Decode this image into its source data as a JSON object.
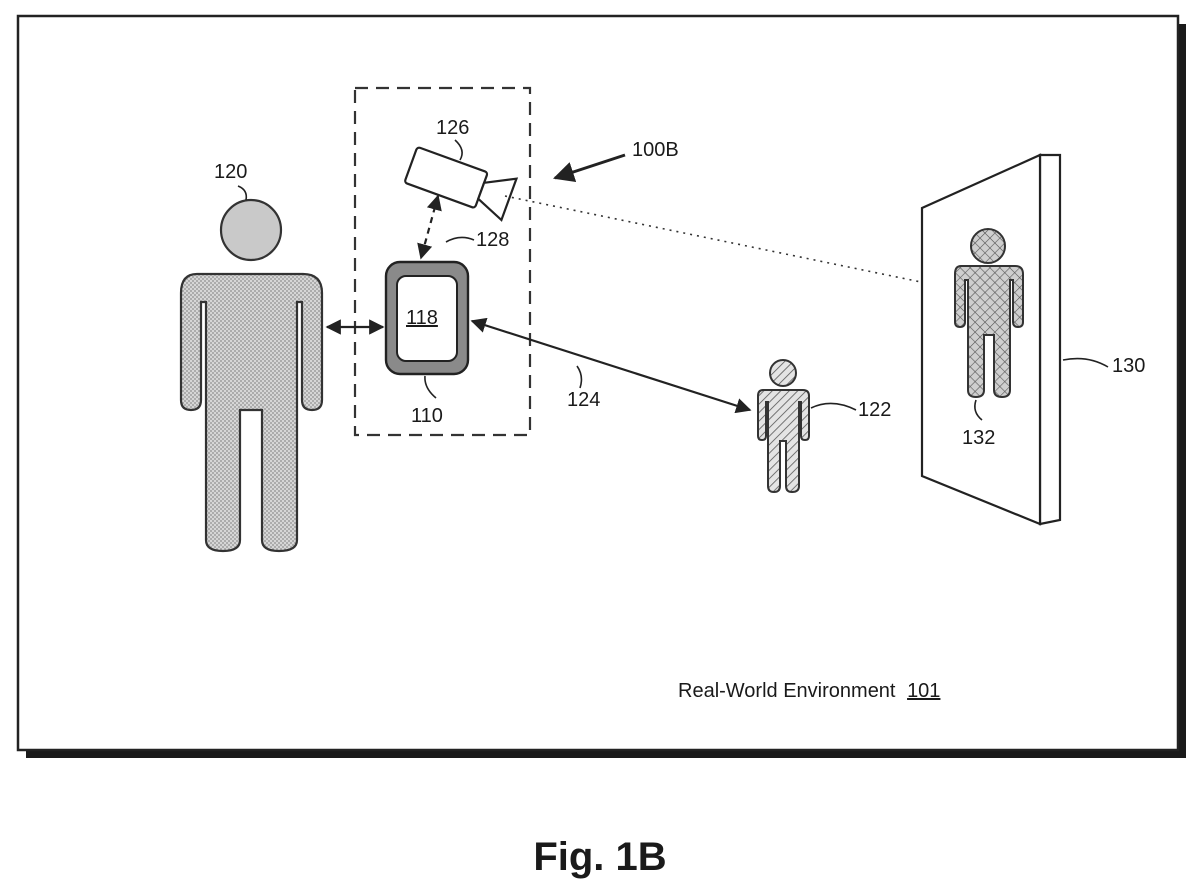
{
  "environment": {
    "label": "Real-World Environment",
    "ref": "101"
  },
  "figure": {
    "caption": "Fig. 1B",
    "ref": "100B"
  },
  "labels": {
    "user": "120",
    "camera": "126",
    "link_camera_device": "128",
    "device_screen": "118",
    "device": "110",
    "link_device_person": "124",
    "person": "122",
    "mirror": "130",
    "reflection": "132"
  },
  "colors": {
    "frame_shadow": "#1a1a1a",
    "figure_fill": "#c9c9c9",
    "device_bezel": "#8a8a8a",
    "stroke": "#222222"
  }
}
